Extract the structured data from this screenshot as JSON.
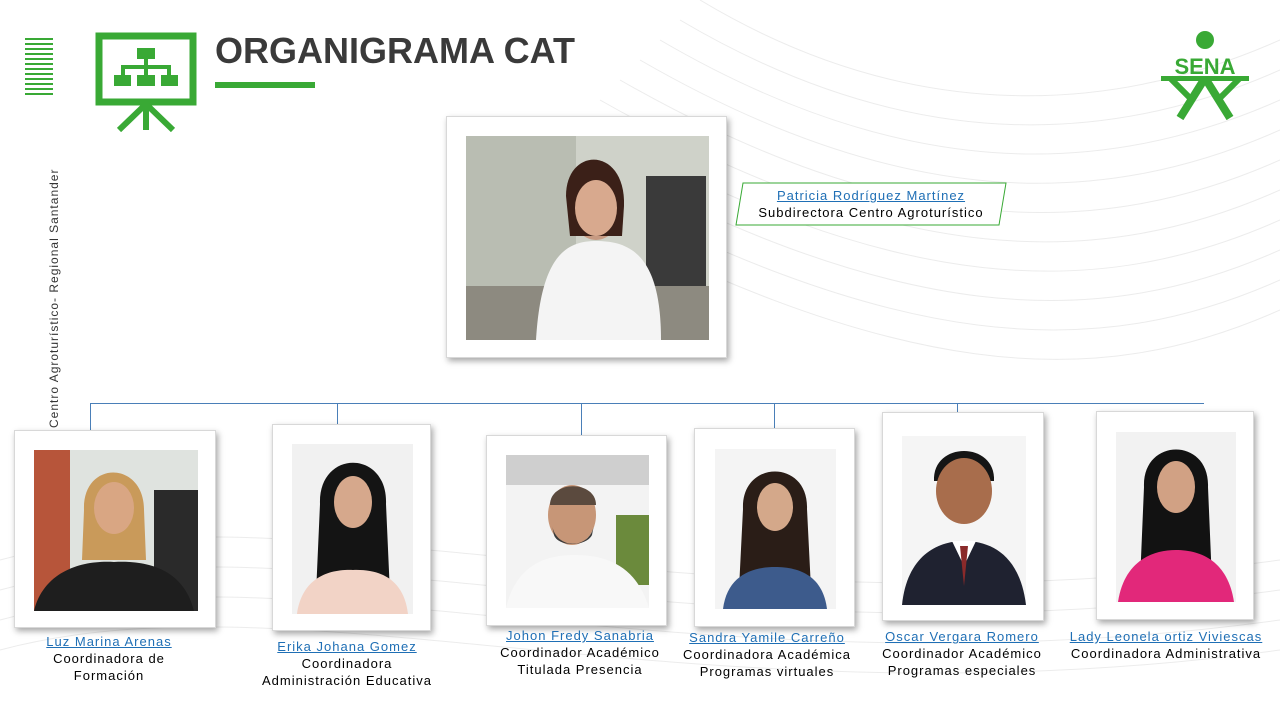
{
  "header": {
    "title": "ORGANIGRAMA CAT",
    "side_text": "Centro Agroturístico- Regional Santander",
    "logo_text": "SENA"
  },
  "colors": {
    "accent_green": "#39a935",
    "link_blue": "#1f6fb5",
    "connector_blue": "#4a7fb8",
    "title_gray": "#3a3a3a"
  },
  "icons": {
    "board": "presentation-board-orgchart-icon",
    "logo": "sena-logo"
  },
  "leader": {
    "name": "Patricia Rodríguez Martínez",
    "role": "Subdirectora  Centro Agroturístico"
  },
  "staff": [
    {
      "name": "Luz Marina Arenas",
      "role_line1": "Coordinadora  de",
      "role_line2": "Formación"
    },
    {
      "name": "Erika Johana Gomez",
      "role_line1": "Coordinadora",
      "role_line2": "Administración Educativa"
    },
    {
      "name": "Johon Fredy Sanabria",
      "role_line1": "Coordinador Académico",
      "role_line2": "Titulada Presencia"
    },
    {
      "name": "Sandra Yamile Carreño",
      "role_line1": "Coordinadora Académica",
      "role_line2": "Programas virtuales"
    },
    {
      "name": "Oscar Vergara Romero",
      "role_line1": "Coordinador Académico",
      "role_line2": "Programas especiales"
    },
    {
      "name": "Lady Leonela ortiz Viviescas",
      "role_line1": "Coordinadora Administrativa",
      "role_line2": ""
    }
  ]
}
